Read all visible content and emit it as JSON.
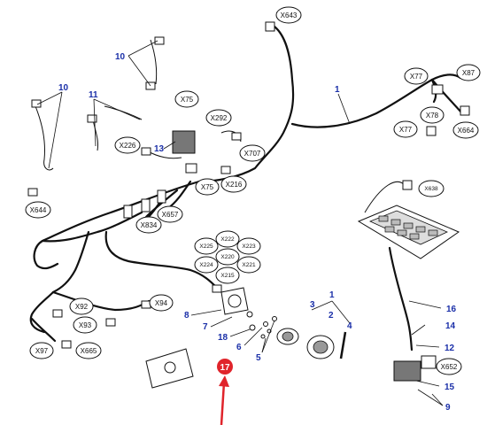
{
  "connectors": {
    "x643": "X643",
    "x77": "X77",
    "x87": "X87",
    "x75a": "X75",
    "x292": "X292",
    "x78": "X78",
    "x77b": "X77",
    "x664": "X664",
    "x226": "X226",
    "x707": "X707",
    "x75b": "X75",
    "x216": "X216",
    "x644": "X644",
    "x657": "X657",
    "x834": "X834",
    "x638": "X638",
    "x225": "X225",
    "x222": "X222",
    "x223": "X223",
    "x224": "X224",
    "x220": "X220",
    "x221": "X221",
    "x215": "X215",
    "x94": "X94",
    "x92": "X92",
    "x93": "X93",
    "x97": "X97",
    "x665": "X665",
    "x652": "X652"
  },
  "part_numbers": {
    "p1a": "1",
    "p1b": "1",
    "p2": "2",
    "p3": "3",
    "p4": "4",
    "p5": "5",
    "p6": "6",
    "p7": "7",
    "p8": "8",
    "p9": "9",
    "p10a": "10",
    "p10b": "10",
    "p11": "11",
    "p12": "12",
    "p13": "13",
    "p14": "14",
    "p15": "15",
    "p16": "16",
    "p18": "18"
  },
  "highlight": {
    "label": "17",
    "color": "#e0242b"
  },
  "colors": {
    "callout_numbers": "#1a2fa8",
    "lines": "#111111",
    "arrow": "#e0242b"
  }
}
